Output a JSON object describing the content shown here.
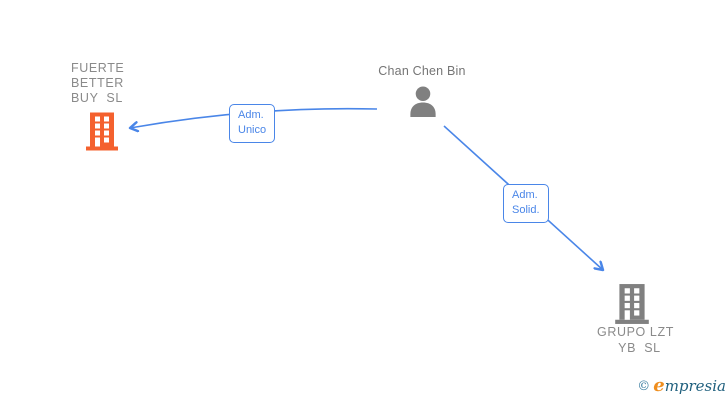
{
  "diagram": {
    "entities": {
      "fuerte": {
        "name": "FUERTE\nBETTER\nBUY  SL",
        "icon": "building-icon",
        "icon_color": "#f4612e"
      },
      "chan": {
        "name": "Chan Chen Bin",
        "icon": "person-icon",
        "icon_color": "#808080"
      },
      "grupo": {
        "name": "GRUPO LZT\n  YB  SL",
        "icon": "building-icon",
        "icon_color": "#808080"
      }
    },
    "edges": [
      {
        "label": "Adm.\nUnico",
        "from": "chan",
        "to": "fuerte"
      },
      {
        "label": "Adm.\nSolid.",
        "from": "chan",
        "to": "grupo"
      }
    ],
    "colors": {
      "edge_blue": "#4a86e8",
      "entity_text": "#8a8a8a",
      "person_text": "#757575",
      "background": "#ffffff"
    }
  },
  "watermark": {
    "copyright": "©",
    "brand_initial": "e",
    "brand_rest": "mpresia"
  }
}
